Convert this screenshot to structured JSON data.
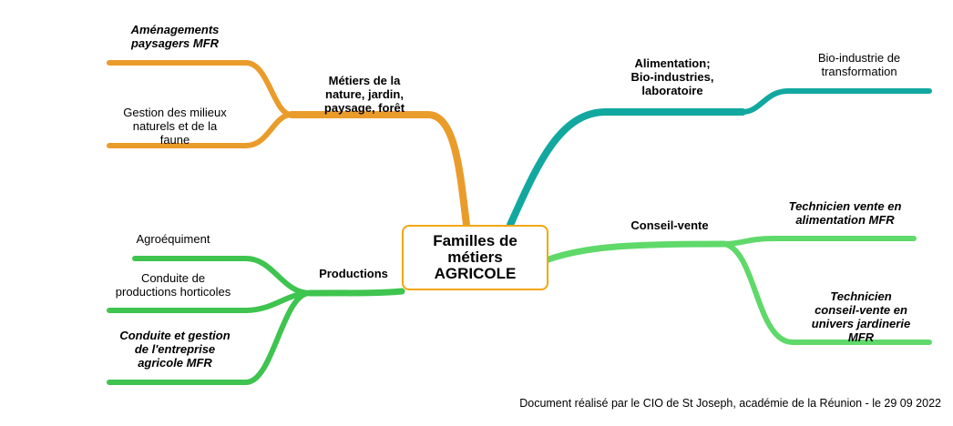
{
  "center": {
    "title": "Familles  de\nmétiers\nAGRICOLE"
  },
  "colors": {
    "orange": "#ea9c2b",
    "teal": "#12a8a0",
    "green": "#3ec44f",
    "light_green": "#5fd96a",
    "border": "#f2a60c"
  },
  "branches": {
    "nature": {
      "label": "Métiers  de  la\nnature,  jardin,\npaysage,  forêt",
      "children": [
        {
          "label": "Aménagements\npaysagers  MFR"
        },
        {
          "label": "Gestion  des  milieux\nnaturels  et  de  la\nfaune"
        }
      ]
    },
    "alimentation": {
      "label": "Alimentation;\nBio-industries,\nlaboratoire",
      "children": [
        {
          "label": "Bio-industrie  de\ntransformation"
        }
      ]
    },
    "productions": {
      "label": "Productions",
      "children": [
        {
          "label": "Agroéquiment"
        },
        {
          "label": "Conduite  de\nproductions  horticoles"
        },
        {
          "label": "Conduite  et  gestion\nde  l'entreprise\nagricole  MFR"
        }
      ]
    },
    "conseil": {
      "label": "Conseil-vente",
      "children": [
        {
          "label": "Technicien  vente  en\nalimentation  MFR"
        },
        {
          "label": "Technicien\nconseil-vente  en\nunivers  jardinerie\nMFR"
        }
      ]
    }
  },
  "footer": "Document réalisé par le CIO de St Joseph, académie de la Réunion - le 29 09 2022"
}
